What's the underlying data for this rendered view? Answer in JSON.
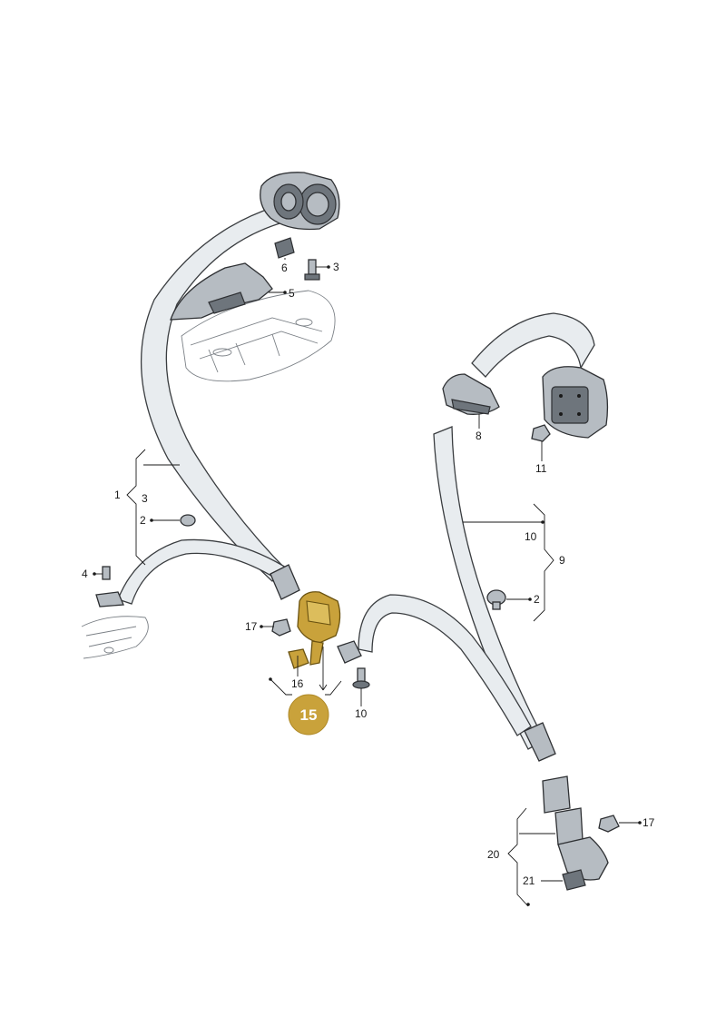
{
  "callouts": {
    "c1": "1",
    "c3a": "3",
    "c2a": "2",
    "c4": "4",
    "c6": "6",
    "c3b": "3",
    "c5": "5",
    "c8": "8",
    "c11": "11",
    "c10a": "10",
    "c9": "9",
    "c2b": "2",
    "c17a": "17",
    "c16": "16",
    "c10b": "10",
    "c17b": "17",
    "c20": "20",
    "c21": "21"
  },
  "highlight": {
    "number": "15",
    "color": "#c9a23b"
  }
}
